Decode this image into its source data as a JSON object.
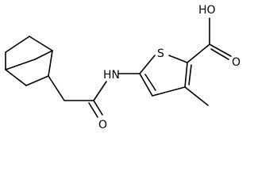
{
  "molecule": {
    "labels": {
      "carboxylic_acid_oh": "HO",
      "carboxylic_acid_o": "O",
      "ring_sulfur": "S",
      "amide_nh": "HN",
      "amide_o": "O"
    }
  }
}
